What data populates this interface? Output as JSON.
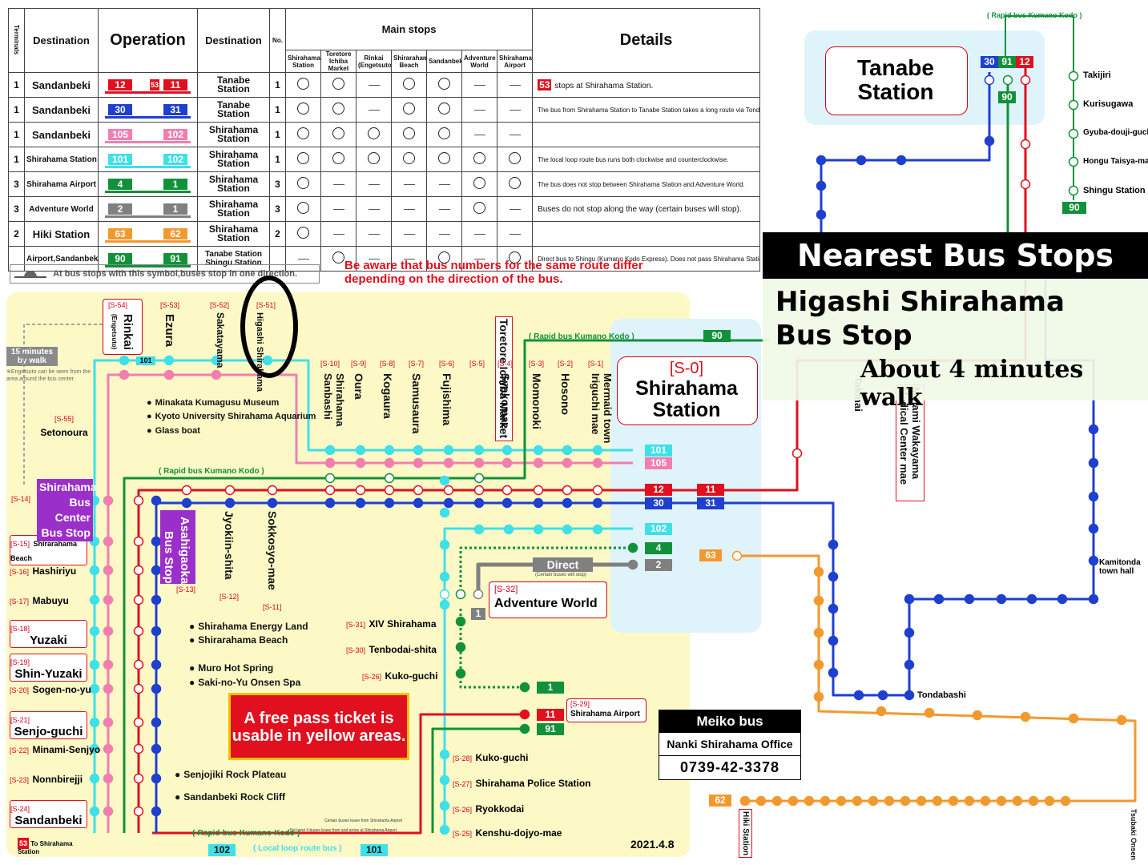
{
  "table": {
    "headers": {
      "terminals": "Terminals",
      "destination1": "Destination",
      "operation": "Operation",
      "destination2": "Destination",
      "no": "No.",
      "main_stops": "Main stops",
      "details": "Details"
    },
    "stop_headers": [
      "Shirahama Station",
      "Toretore Ichiba Market",
      "Rinkai (Engetsuto)",
      "Shirarahama Beach",
      "Sandanbeki",
      "Adventure World",
      "Shirahama Airport"
    ],
    "rows": [
      {
        "terminal": "1",
        "dest1": "Sandanbeki",
        "bus_a": "12",
        "bus_b": "11",
        "bus_extra": "53",
        "color": "#e0101e",
        "dest2": "Tanabe Station",
        "no": "1",
        "stops": [
          "o",
          "o",
          "-",
          "o",
          "o",
          "-",
          "-"
        ],
        "details": "stops at Shirahama Station.",
        "details_badge": "53"
      },
      {
        "terminal": "1",
        "dest1": "Sandanbeki",
        "bus_a": "30",
        "bus_b": "31",
        "color": "#1f3fcf",
        "dest2": "Tanabe Station",
        "no": "1",
        "stops": [
          "o",
          "o",
          "-",
          "o",
          "o",
          "-",
          "-"
        ],
        "details": "The bus from Shirahama Station to Tanabe Station takes a long route via Tondabashi."
      },
      {
        "terminal": "1",
        "dest1": "Sandanbeki",
        "bus_a": "105",
        "bus_b": "102",
        "color": "#f27eb0",
        "dest2": "Shirahama Station",
        "no": "1",
        "stops": [
          "o",
          "o",
          "o",
          "o",
          "o",
          "-",
          "-"
        ],
        "details": ""
      },
      {
        "terminal": "1",
        "dest1": "Shirahama Station",
        "bus_a": "101",
        "bus_b": "102",
        "color": "#3fe0e8",
        "dest2": "Shirahama Station",
        "no": "1",
        "stops": [
          "o",
          "o",
          "o",
          "o",
          "o",
          "o",
          "o"
        ],
        "details": "The local loop route bus runs both clockwise and counterclockwise."
      },
      {
        "terminal": "3",
        "dest1": "Shirahama Airport",
        "bus_a": "4",
        "bus_b": "1",
        "color": "#11913a",
        "dest2": "Shirahama Station",
        "no": "3",
        "stops": [
          "o",
          "-",
          "-",
          "-",
          "-",
          "o",
          "o"
        ],
        "details": "The bus does not stop between Shirahama Station and Adventure World."
      },
      {
        "terminal": "3",
        "dest1": "Adventure World",
        "bus_a": "2",
        "bus_b": "1",
        "color": "#808080",
        "dest2": "Shirahama Station",
        "no": "3",
        "stops": [
          "o",
          "-",
          "-",
          "-",
          "-",
          "o",
          "-"
        ],
        "details": "Buses do not stop along the way (certain buses will stop)."
      },
      {
        "terminal": "2",
        "dest1": "Hiki Station",
        "bus_a": "63",
        "bus_b": "62",
        "color": "#f2992e",
        "dest2": "Shirahama Station",
        "no": "2",
        "stops": [
          "o",
          "-",
          "-",
          "-",
          "-",
          "-",
          "-"
        ],
        "details": ""
      },
      {
        "terminal": "",
        "dest1": "Airport,Sandanbeki",
        "bus_a": "90",
        "bus_b": "91",
        "color": "#11913a",
        "dest2": "Tanabe Station Shingu Station",
        "no": "",
        "stops": [
          "-",
          "o",
          "-",
          "-",
          "o",
          "-",
          "o"
        ],
        "details": "Direct bus to Shingu (Kumano Kodo Express). Does not pass Shirahama Station."
      }
    ]
  },
  "legend_note": "At bus stops with this symbol,buses stop in one direction.",
  "warning": "Be aware that bus numbers for the same route differ depending on the direction of the bus.",
  "walk_note": {
    "time": "15 minutes by walk",
    "sub": "※Engetsuto can be seen from the area around the bus center."
  },
  "top_stops": [
    {
      "code": "[S-54]",
      "name": "Rinkai",
      "sub": "(Engetsuto)"
    },
    {
      "code": "[S-53]",
      "name": "Ezura"
    },
    {
      "code": "[S-52]",
      "name": "Sakatayama"
    },
    {
      "code": "[S-51]",
      "name": "Higashi Shirahama"
    }
  ],
  "row_stops": [
    {
      "code": "[S-10]",
      "name": "Shirahama Sanbashi"
    },
    {
      "code": "[S-9]",
      "name": "Oura"
    },
    {
      "code": "[S-8]",
      "name": "Kogaura"
    },
    {
      "code": "[S-7]",
      "name": "Samusaura"
    },
    {
      "code": "[S-6]",
      "name": "Fujishima"
    },
    {
      "code": "[S-5]",
      "name": "Toretore Ichiba Market"
    },
    {
      "code": "[S-4]",
      "name": "Syakomae"
    },
    {
      "code": "[S-3]",
      "name": "Momonoki"
    },
    {
      "code": "[S-2]",
      "name": "Hosono"
    },
    {
      "code": "[S-1]",
      "name": "Mermaid town Iriguchi mae"
    }
  ],
  "left_stops": [
    {
      "code": "[S-55]",
      "name": "Setonoura"
    },
    {
      "code": "[S-14]",
      "name": "Shirahama Bus Center Bus Stop"
    },
    {
      "code": "[S-15]",
      "name": "Shirarahama Beach"
    },
    {
      "code": "[S-16]",
      "name": "Hashiriyu"
    },
    {
      "code": "[S-17]",
      "name": "Mabuyu"
    },
    {
      "code": "[S-18]",
      "name": "Yuzaki"
    },
    {
      "code": "[S-19]",
      "name": "Shin-Yuzaki"
    },
    {
      "code": "[S-20]",
      "name": "Sogen-no-yu"
    },
    {
      "code": "[S-21]",
      "name": "Senjo-guchi"
    },
    {
      "code": "[S-22]",
      "name": "Minami-Senjyo"
    },
    {
      "code": "[S-23]",
      "name": "Nonnbirejji"
    },
    {
      "code": "[S-24]",
      "name": "Sandanbeki"
    }
  ],
  "mid_stops": [
    {
      "code": "[S-13]",
      "name": "Asahigaoka Bus Stop"
    },
    {
      "code": "[S-12]",
      "name": "Jyokiin-shita"
    },
    {
      "code": "[S-11]",
      "name": "Sokkosyo-mae"
    }
  ],
  "airport_stops": [
    {
      "code": "[S-31]",
      "name": "XIV Shirahama"
    },
    {
      "code": "[S-30]",
      "name": "Tenbodai-shita"
    },
    {
      "code": "[S-26]",
      "name": "Kuko-guchi"
    },
    {
      "code": "[S-28]",
      "name": "Kuko-guchi"
    },
    {
      "code": "[S-27]",
      "name": "Shirahama Police Station"
    },
    {
      "code": "[S-26]",
      "name": "Ryokkodai"
    },
    {
      "code": "[S-25]",
      "name": "Kenshu-dojyo-mae"
    }
  ],
  "pois": {
    "group1": [
      "Minakata Kumagusu Museum",
      "Kyoto University Shirahama Aquarium",
      "Glass boat"
    ],
    "group2": [
      "Shirahama Energy Land",
      "Shirarahama Beach"
    ],
    "group3": [
      "Muro Hot Spring",
      "Saki-no-Yu Onsen Spa"
    ],
    "group4": [
      "Senjojiki Rock Plateau",
      "Sandanbeki Rock Cliff"
    ]
  },
  "shirahama_station": {
    "code": "[S-0]",
    "name": "Shirahama Station"
  },
  "tanabe_station": "Tanabe Station",
  "adventure_world": {
    "code": "[S-32]",
    "name": "Adventure World"
  },
  "airport": {
    "code": "[S-29]",
    "name": "Shirahama Airport"
  },
  "direct_label": "Direct",
  "direct_sub": "(Certain buses will stop)",
  "rapid_label": "( Rapid bus Kumano Kodo )",
  "rapid_label_bottom": "(-Rapid-bus-Kumano-Kodo-)",
  "loop_label": "( Local loop route bus )",
  "airport_note1": "Certain buses leave from Shirahama Airport",
  "airport_note2": "No1 and 4 buses leave from and arrive at Shirahama Airport",
  "free_pass": "A free pass ticket is usable in yellow areas.",
  "date": "2021.4.8",
  "to_shirahama": "To Shirahama Station",
  "kumano_stops": [
    "Takijiri",
    "Kurisugawa",
    "Gyuba-douji-guchi",
    "Hongu Taisya-mae",
    "Shingu Station"
  ],
  "east_stops": {
    "kamitonda": "Kamitonda town hall",
    "tondabashi": "Tondabashi",
    "tsubaki": "Tsubaki Onsen",
    "hiki": "Hiki Station",
    "wakayama": "Minami Wakayama Medical Center mae",
    "takinai": "Takinai"
  },
  "meiko": {
    "title": "Meiko bus",
    "office": "Nanki Shirahama Office",
    "phone": "0739-42-3378"
  },
  "overlay": {
    "title": "Nearest Bus Stops",
    "stop": "Higashi Shirahama Bus Stop",
    "walk": "About 4 minutes walk"
  },
  "bus_numbers": {
    "b12": "12",
    "b11": "11",
    "b30": "30",
    "b31": "31",
    "b101": "101",
    "b105": "105",
    "b102": "102",
    "b4": "4",
    "b2": "2",
    "b1": "1",
    "b63": "63",
    "b62": "62",
    "b90": "90",
    "b91": "91",
    "b53": "53"
  },
  "colors": {
    "red": "#e0101e",
    "blue": "#1f3fcf",
    "pink": "#f27eb0",
    "cyan": "#3fe0e8",
    "green": "#11913a",
    "gray": "#808080",
    "orange": "#f2992e",
    "purple": "#9b2fc9",
    "yellow": "#fdf9c6"
  }
}
